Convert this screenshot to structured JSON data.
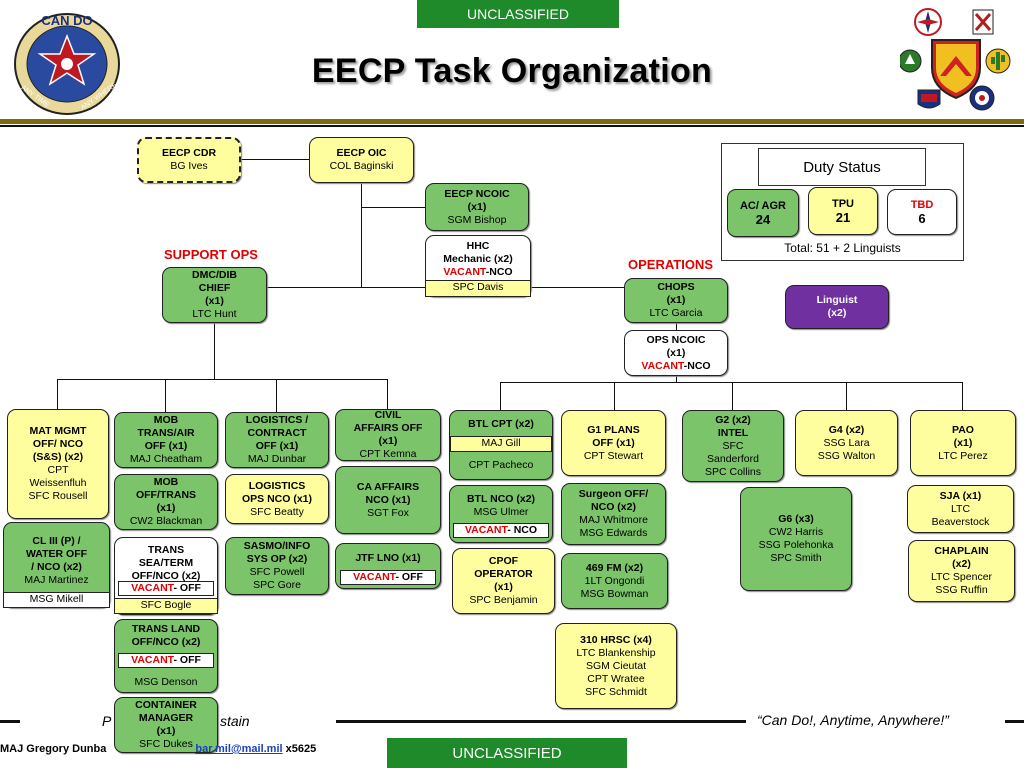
{
  "header": {
    "classification_top": "UNCLASSIFIED",
    "title": "EECP Task Organization",
    "logo_text_top": "CAN DO",
    "logo_text_left": "ANY TIME",
    "logo_text_right": "ANY WHERE"
  },
  "sections": {
    "support_ops": "SUPPORT OPS",
    "operations": "OPERATIONS"
  },
  "legend": {
    "title": "Duty Status",
    "ac_agr": {
      "label": "AC/ AGR",
      "count": "24"
    },
    "tpu": {
      "label": "TPU",
      "count": "21"
    },
    "tbd": {
      "label": "TBD",
      "count": "6"
    },
    "total": "Total: 51 + 2 Linguists"
  },
  "boxes": {
    "eecp_cdr": {
      "title": "EECP CDR",
      "name": "BG Ives"
    },
    "eecp_oic": {
      "title": "EECP OIC",
      "name": "COL Baginski"
    },
    "eecp_ncoic": {
      "title1": "EECP NCOIC",
      "title2": "(x1)",
      "name": "SGM Bishop"
    },
    "hhc": {
      "title1": "HHC",
      "title2": "Mechanic (x2)",
      "vacant": "VACANT",
      "vacant_suffix": "-NCO",
      "name": "SPC Davis"
    },
    "dmc": {
      "title1": "DMC/DIB",
      "title2": "CHIEF",
      "title3": "(x1)",
      "name": "LTC Hunt"
    },
    "chops": {
      "title1": "CHOPS",
      "title2": "(x1)",
      "name": "LTC Garcia"
    },
    "ops_ncoic": {
      "title1": "OPS NCOIC",
      "title2": "(x1)",
      "vacant": "VACANT",
      "vacant_suffix": "-NCO"
    },
    "linguist": {
      "title1": "Linguist",
      "title2": "(x2)"
    },
    "mat_mgmt": {
      "t1": "MAT MGMT",
      "t2": "OFF/ NCO",
      "t3": "(S&S) (x2)",
      "n1": "CPT",
      "n2": "Weissenfluh",
      "n3": "SFC Rousell"
    },
    "cl_iii": {
      "t1": "CL III (P) /",
      "t2": "WATER   OFF",
      "t3": "/ NCO (x2)",
      "n1": "MAJ Martinez",
      "strip": "MSG Mikell"
    },
    "mob_trans_air": {
      "t1": "MOB",
      "t2": "TRANS/AIR",
      "t3": "OFF (x1)",
      "n1": "MAJ Cheatham"
    },
    "mob_off_trans": {
      "t1": "MOB",
      "t2": "OFF/TRANS",
      "t3": "(x1)",
      "n1": "CW2 Blackman"
    },
    "trans_sea": {
      "t1": "TRANS",
      "t2": "SEA/TERM",
      "t3": "OFF/NCO (x2)",
      "vacant": "VACANT",
      "vacant_suffix": "- OFF",
      "strip": "SFC Bogle"
    },
    "trans_land": {
      "t1": "TRANS LAND",
      "t2": "OFF/NCO (x2)",
      "vacant": "VACANT",
      "vacant_suffix": "- OFF",
      "n1": "MSG Denson"
    },
    "container_mgr": {
      "t1": "CONTAINER",
      "t2": "MANAGER",
      "t3": "(x1)",
      "n1": "SFC Dukes"
    },
    "logistics_contract": {
      "t1": "LOGISTICS /",
      "t2": "CONTRACT",
      "t3": "OFF (x1)",
      "n1": "MAJ Dunbar"
    },
    "logistics_ops": {
      "t1": "LOGISTICS",
      "t2": "OPS NCO (x1)",
      "n1": "SFC Beatty"
    },
    "sasmo": {
      "t1": "SASMO/INFO",
      "t2": "SYS OP (x2)",
      "n1": "SFC Powell",
      "n2": "SPC Gore"
    },
    "civil_affairs": {
      "t1": "CIVIL",
      "t2": "AFFAIRS OFF",
      "t3": "(x1)",
      "n1": "CPT Kemna"
    },
    "ca_affairs_nco": {
      "t1": "CA AFFAIRS",
      "t2": "NCO (x1)",
      "n1": "SGT Fox"
    },
    "jtf_lno": {
      "t1": "JTF LNO (x1)",
      "vacant": "VACANT",
      "vacant_suffix": "- OFF"
    },
    "btl_cpt": {
      "t1": "BTL CPT (x2)",
      "strip": "MAJ Gill",
      "n1": "CPT Pacheco"
    },
    "btl_nco": {
      "t1": "BTL NCO (x2)",
      "n1": "MSG Ulmer",
      "vacant": "VACANT",
      "vacant_suffix": "- NCO"
    },
    "cpof": {
      "t1": "CPOF",
      "t2": "OPERATOR",
      "t3": "(x1)",
      "n1": "SPC  Benjamin"
    },
    "g1_plans": {
      "t1": "G1 PLANS",
      "t2": "OFF (x1)",
      "n1": "CPT Stewart"
    },
    "surgeon": {
      "t1": "Surgeon OFF/",
      "t2": "NCO (x2)",
      "n1": "MAJ Whitmore",
      "n2": "MSG Edwards"
    },
    "fm_469": {
      "t1": "469 FM (x2)",
      "n1": "1LT Ongondi",
      "n2": "MSG Bowman"
    },
    "hrsc_310": {
      "t1": "310 HRSC (x4)",
      "n1": "LTC Blankenship",
      "n2": "SGM Cieutat",
      "n3": "CPT Wratee",
      "n4": "SFC Schmidt"
    },
    "g2": {
      "t1": "G2 (x2)",
      "t2": "INTEL",
      "n1": "SFC",
      "n2": "Sanderford",
      "n3": "SPC Collins"
    },
    "g4": {
      "t1": "G4 (x2)",
      "n1": "SSG Lara",
      "n2": "SSG Walton"
    },
    "g6": {
      "t1": "G6 (x3)",
      "n1": "CW2 Harris",
      "n2": "SSG Polehonka",
      "n3": "SPC Smith"
    },
    "pao": {
      "t1": "PAO",
      "t2": "(x1)",
      "n1": "LTC  Perez"
    },
    "sja": {
      "t1": "SJA (x1)",
      "n1": "LTC",
      "n2": "Beaverstock"
    },
    "chaplain": {
      "t1": "CHAPLAIN",
      "t2": "(x2)",
      "n1": "LTC Spencer",
      "n2": "SSG Ruffin"
    }
  },
  "footer": {
    "left_italic": "P",
    "left_italic_tail": "stain",
    "motto": "“Can Do!, Anytime, Anywhere!”",
    "poc_name": "MAJ Gregory Dunba",
    "poc_email": "bar.mil@mail.mil",
    "poc_ext": "x5625",
    "classification_bottom": "UNCLASSIFIED"
  },
  "colors": {
    "banner_green": "#1e8a2a",
    "box_green": "#7cc46a",
    "box_yellow": "#fefe9e",
    "linguist_purple": "#7030a0",
    "vacant_red": "#e00000",
    "section_red": "#e00000",
    "header_rule": "#7a6a10"
  },
  "icons": [
    "can-do-crest-icon",
    "compass-rose-patch-icon",
    "knot-patch-icon",
    "airborne-arrow-patch-icon",
    "command-shield-icon",
    "cactus-patch-icon",
    "wing-patch-icon",
    "round-patch-icon"
  ]
}
